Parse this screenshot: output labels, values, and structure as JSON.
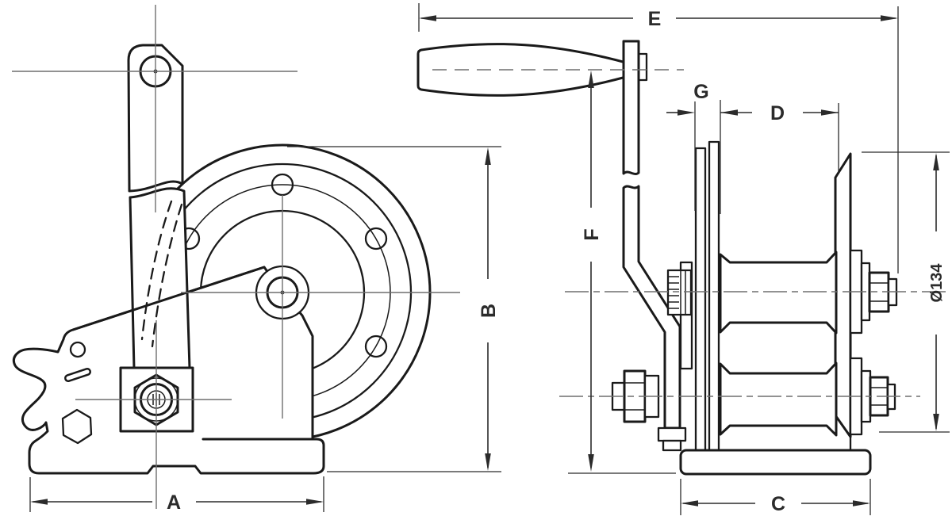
{
  "drawing": {
    "kind": "hand-winch two-view technical dimension drawing",
    "views": 2
  },
  "dimensions": {
    "A": {
      "label": "A"
    },
    "B": {
      "label": "B"
    },
    "C": {
      "label": "C"
    },
    "D": {
      "label": "D"
    },
    "E": {
      "label": "E"
    },
    "F": {
      "label": "F"
    },
    "G": {
      "label": "G"
    },
    "flange_diameter": {
      "label": "Ø134"
    }
  },
  "colors": {
    "background": "#ffffff",
    "outline": "#1a1a1a",
    "dimension": "#2b2b2b",
    "centerline": "#6e6e6e"
  }
}
